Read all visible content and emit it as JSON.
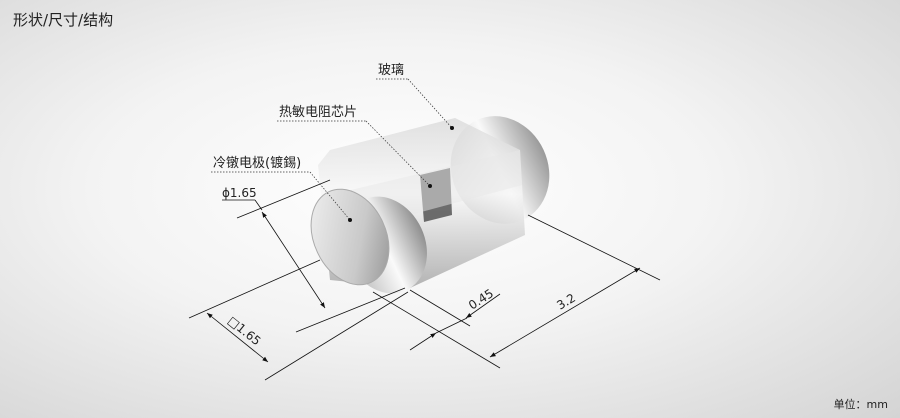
{
  "title": "形状/尺寸/结构",
  "labels": {
    "glass": "玻璃",
    "chip": "热敏电阻芯片",
    "electrode": "冷镦电极(镀錫)"
  },
  "dimensions": {
    "diameter": "ϕ1.65",
    "square": "□1.65",
    "gap": "0.45",
    "length": "3.2"
  },
  "unit": "单位：mm"
}
